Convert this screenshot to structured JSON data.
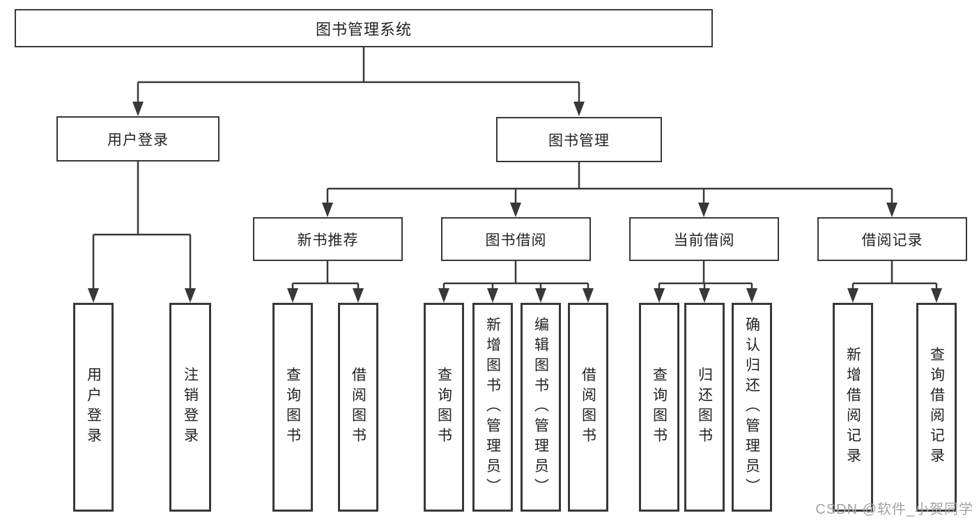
{
  "watermark": "CSDN @软件_小贺同学",
  "colors": {
    "line": "#383838",
    "text": "#222222",
    "watermark": "#a3a3a3",
    "background": "#ffffff"
  },
  "tree": {
    "root": {
      "label": "图书管理系统"
    },
    "branches": [
      {
        "label": "用户登录",
        "children": [
          {
            "label": "用户登录"
          },
          {
            "label": "注销登录"
          }
        ]
      },
      {
        "label": "图书管理",
        "children": [
          {
            "label": "新书推荐",
            "children": [
              {
                "label": "查询图书"
              },
              {
                "label": "借阅图书"
              }
            ]
          },
          {
            "label": "图书借阅",
            "children": [
              {
                "label": "查询图书"
              },
              {
                "label": "新增图书（管理员）"
              },
              {
                "label": "编辑图书（管理员）"
              },
              {
                "label": "借阅图书"
              }
            ]
          },
          {
            "label": "当前借阅",
            "children": [
              {
                "label": "查询图书"
              },
              {
                "label": "归还图书"
              },
              {
                "label": "确认归还（管理员）"
              }
            ]
          },
          {
            "label": "借阅记录",
            "children": [
              {
                "label": "新增借阅记录"
              },
              {
                "label": "查询借阅记录"
              }
            ]
          }
        ]
      }
    ]
  }
}
